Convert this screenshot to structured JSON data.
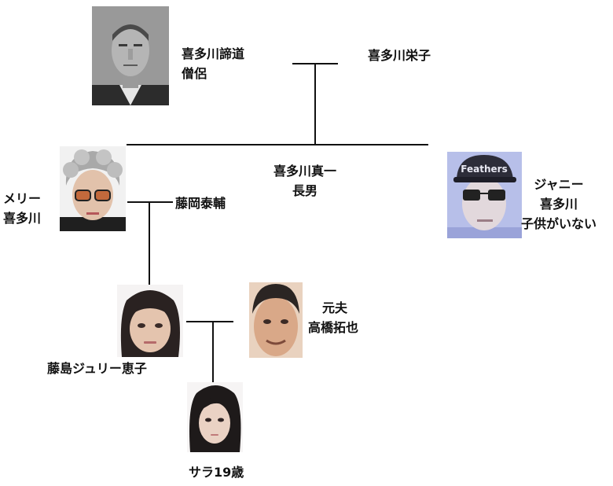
{
  "people": {
    "father": {
      "name": "喜多川諦道",
      "role": "僧侶"
    },
    "mother": {
      "name": "喜多川栄子"
    },
    "son1": {
      "name": "喜多川真一",
      "role": "長男"
    },
    "johnny": {
      "name": "ジャニー",
      "surname": "喜多川",
      "note": "子供がいない",
      "cap_text": "Feathers"
    },
    "mary": {
      "name": "メリー",
      "surname": "喜多川"
    },
    "mary_husband": {
      "name": "藤岡泰輔"
    },
    "julie": {
      "name": "藤島ジュリー恵子"
    },
    "julie_husband": {
      "role": "元夫",
      "name": "高橋拓也"
    },
    "sara": {
      "name": "サラ19歳"
    }
  },
  "colors": {
    "line": "#111111",
    "text": "#111111"
  }
}
